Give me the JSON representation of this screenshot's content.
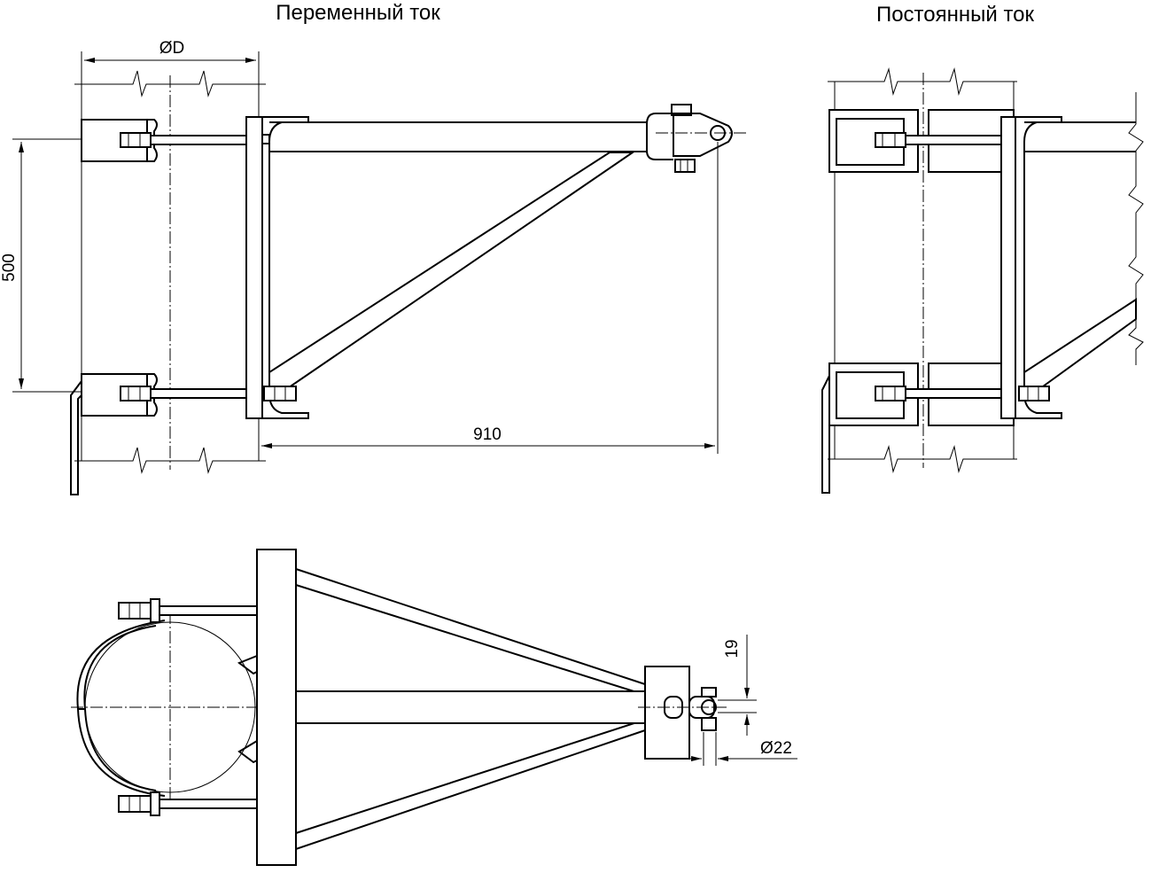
{
  "titles": {
    "ac": "Переменный ток",
    "dc": "Постоянный ток"
  },
  "dimensions": {
    "diameter": "ØD",
    "height": "500",
    "length": "910",
    "hole_offset": "19",
    "hole_diameter": "Ø22"
  }
}
